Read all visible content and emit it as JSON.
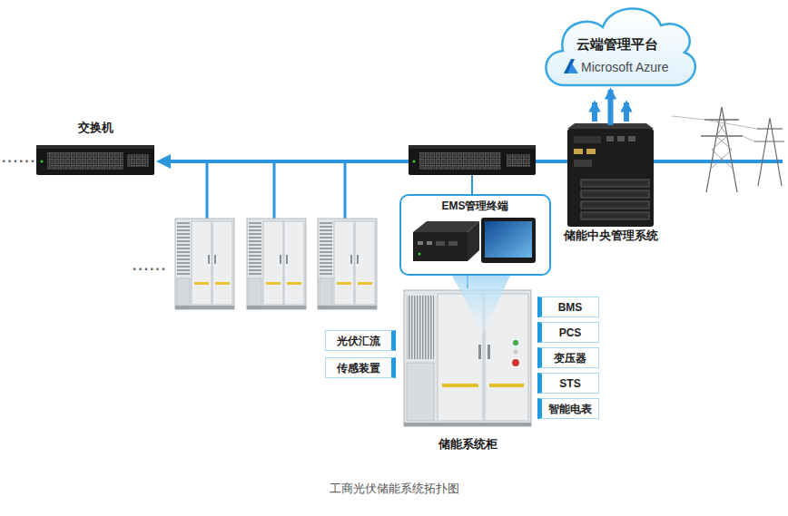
{
  "diagram": {
    "caption": "工商光伏储能系统拓扑图",
    "nodes": [
      {
        "text": [
          "云端管理平台",
          "Microsoft Azure"
        ]
      },
      {
        "text": [
          "交换机"
        ]
      },
      {
        "text": [
          "储能中央管理系统"
        ]
      },
      {
        "text": [
          "EMS管理终端"
        ]
      },
      {
        "text": [
          "储能系统柜"
        ]
      },
      {
        "text": [
          "光伏汇流"
        ]
      },
      {
        "text": [
          "传感装置"
        ]
      },
      {
        "text": [
          "BMS"
        ]
      },
      {
        "text": [
          "PCS"
        ]
      },
      {
        "text": [
          "变压器"
        ]
      },
      {
        "text": [
          "STS"
        ]
      },
      {
        "text": [
          "智能电表"
        ]
      }
    ],
    "edges": [
      {
        "from": 2,
        "to": 0,
        "arrow": "to"
      },
      {
        "from": 3,
        "to": 4,
        "arrow": "none"
      }
    ],
    "labels": [
      "······",
      "······"
    ]
  }
}
